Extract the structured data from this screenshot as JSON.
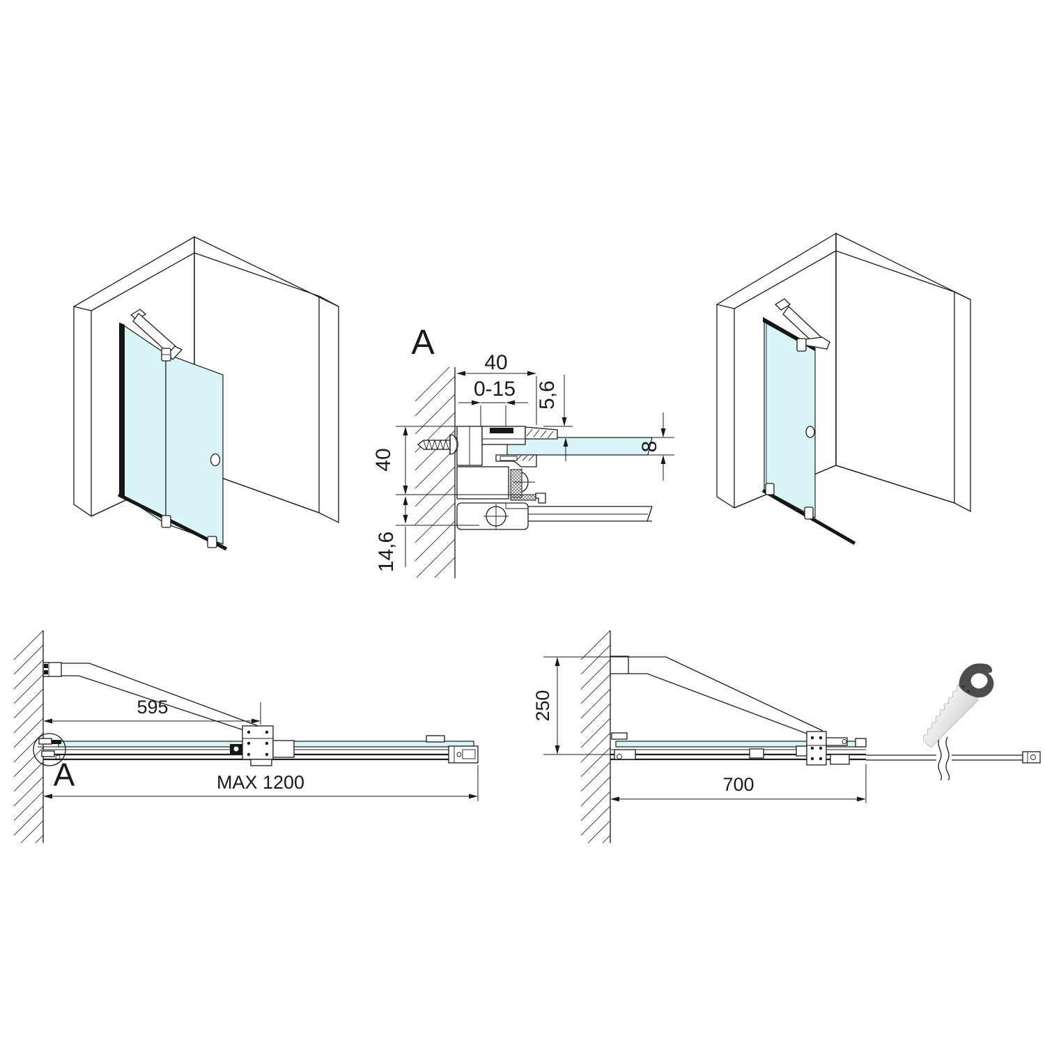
{
  "sheet": {
    "background": "#ffffff",
    "colors": {
      "line": "#1a1a1a",
      "glass": "#d9f5f8",
      "dark": "#161616",
      "saw_handle": "#4d4d4d",
      "saw_blade_light": "#f2f2f2",
      "saw_blade_dark": "#d4d4d4"
    },
    "detail_section": {
      "label": "A",
      "dim_profile_width": "40",
      "dim_adjustment_range": "0-15",
      "dim_glass_inset": "5,6",
      "dim_wall_profile_depth": "40",
      "dim_rail_depth": "14,6",
      "dim_glass_thickness": "8"
    },
    "plan_two_panel": {
      "detail_marker": "A",
      "dim_support_bar_span": "595",
      "dim_max_total_width": "MAX 1200"
    },
    "plan_single_panel": {
      "dim_support_bar_wall_offset": "250",
      "dim_panel_width": "700",
      "saw_icon": "hand-saw"
    }
  }
}
